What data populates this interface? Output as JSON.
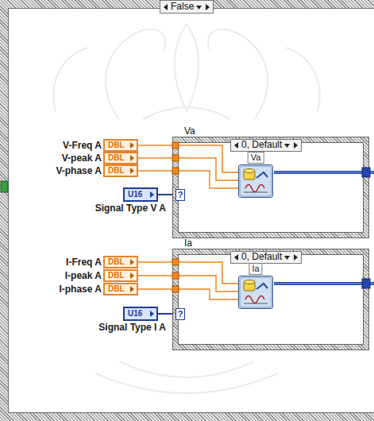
{
  "diagram": {
    "nodes": [
      {
        "text": [
          "False"
        ]
      },
      {
        "text": [
          "Va",
          "0, Default"
        ],
        "in": 0
      },
      {
        "text": [
          "Va"
        ],
        "in": 1
      },
      {
        "text": [
          "V-Freq A",
          "DBL"
        ],
        "in": 0
      },
      {
        "text": [
          "V-peak A",
          "DBL"
        ],
        "in": 0
      },
      {
        "text": [
          "V-phase A",
          "DBL"
        ],
        "in": 0
      },
      {
        "text": [
          "Signal Type V A",
          "U16"
        ],
        "in": 0
      },
      {
        "text": [
          "Ia",
          "0, Default"
        ],
        "in": 0
      },
      {
        "text": [
          "Ia"
        ],
        "in": 7
      },
      {
        "text": [
          "I-Freq A",
          "DBL"
        ],
        "in": 0
      },
      {
        "text": [
          "I-peak A",
          "DBL"
        ],
        "in": 0
      },
      {
        "text": [
          "I-phase A",
          "DBL"
        ],
        "in": 0
      },
      {
        "text": [
          "Signal Type I A",
          "U16"
        ],
        "in": 0
      }
    ],
    "edges": [
      {
        "from": 3,
        "to": 2,
        "arrow": "none"
      },
      {
        "from": 4,
        "to": 2,
        "arrow": "none"
      },
      {
        "from": 5,
        "to": 2,
        "arrow": "none"
      },
      {
        "from": 6,
        "to": 1,
        "arrow": "none"
      },
      {
        "from": 9,
        "to": 8,
        "arrow": "none"
      },
      {
        "from": 10,
        "to": 8,
        "arrow": "none"
      },
      {
        "from": 11,
        "to": 8,
        "arrow": "none"
      },
      {
        "from": 12,
        "to": 7,
        "arrow": "none"
      }
    ],
    "labels": [
      "?",
      "?"
    ]
  }
}
